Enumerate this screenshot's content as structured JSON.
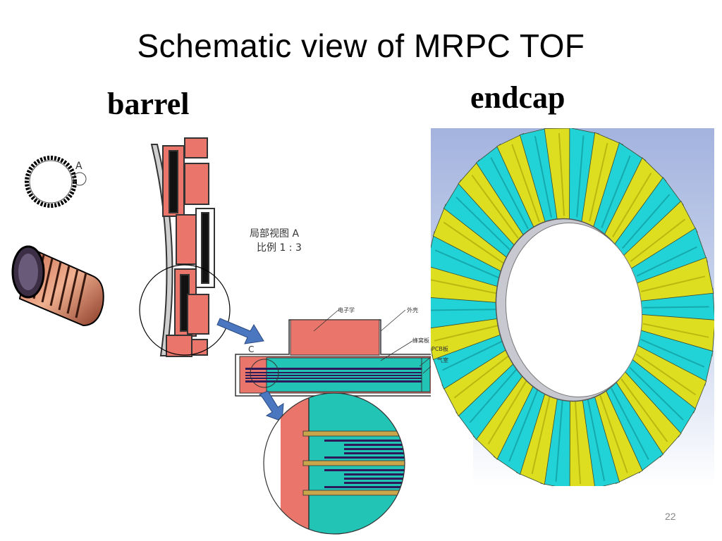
{
  "slide": {
    "title": "Schematic view of MRPC TOF",
    "barrel_label": "barrel",
    "endcap_label": "endcap",
    "page_number": "22"
  },
  "diagram": {
    "marker_a": "A",
    "marker_c": "C",
    "detail_view_title": "局部视图 A",
    "detail_view_scale": "比例 1 : 3",
    "section_labels": [
      "电子学",
      "外壳",
      "蜂窝板",
      "PCB板",
      "气室"
    ]
  },
  "colors": {
    "module_fill": "#e9756b",
    "gas_layer": "#22c4b6",
    "strip_dark": "#2d1a5a",
    "endcap_cyan": "#21d3d6",
    "endcap_yellow": "#dede21",
    "background_blue": "#a7b6de",
    "arrow_blue": "#4b77c0"
  }
}
